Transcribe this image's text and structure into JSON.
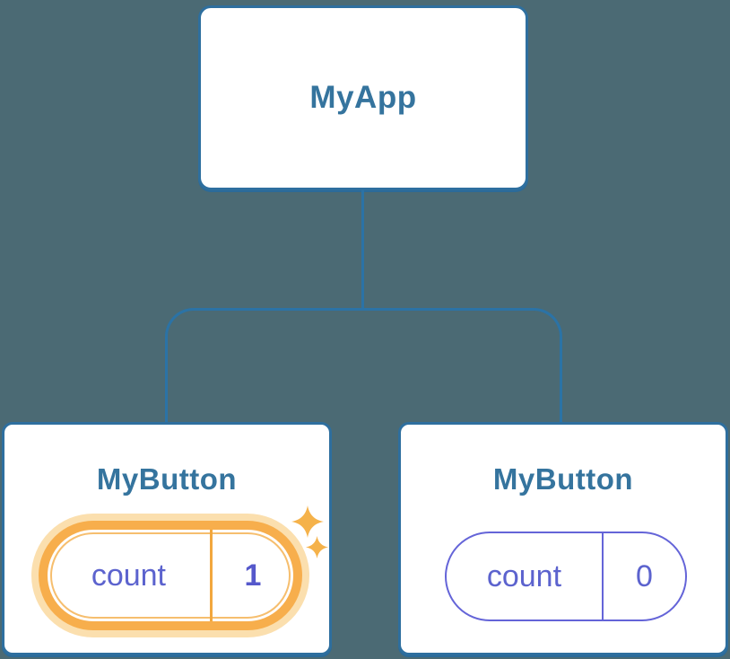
{
  "diagram": {
    "root": {
      "label": "MyApp"
    },
    "children": [
      {
        "label": "MyButton",
        "state": {
          "name": "count",
          "value": "1"
        },
        "highlighted": true
      },
      {
        "label": "MyButton",
        "state": {
          "name": "count",
          "value": "0"
        },
        "highlighted": false
      }
    ]
  },
  "colors": {
    "background": "#4b6a74",
    "node_border": "#2e6f9f",
    "connector": "#2b73a6",
    "node_label_text": "#35749e",
    "state_text": "#5c63ce",
    "highlight_border": "#f7ae4c",
    "highlight_glow": "#fbdfae",
    "normal_pill_border": "#6464d8",
    "sparkle": "#f5b24a"
  }
}
